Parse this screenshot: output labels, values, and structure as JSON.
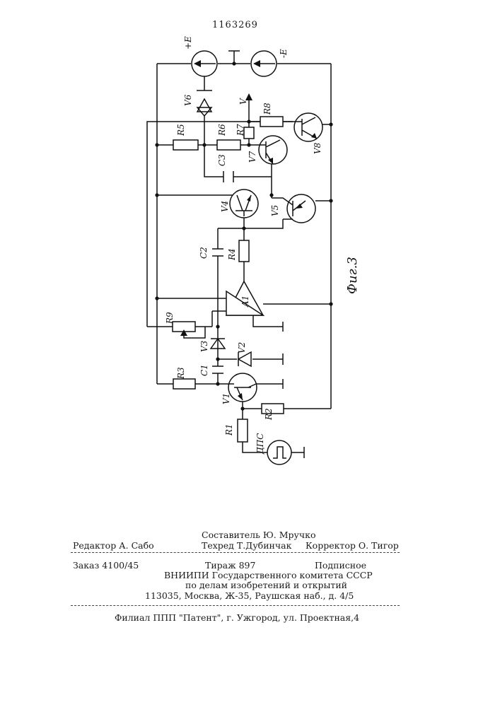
{
  "header": {
    "patent_number": "1163269"
  },
  "figure": {
    "caption": "Фиг.3",
    "labels": {
      "plusE": "+E",
      "minusE": "-E",
      "V": "V",
      "V1": "V1",
      "V2": "V2",
      "V3": "V3",
      "V4": "V4",
      "V5": "V5",
      "V6": "V6",
      "V7": "V7",
      "V8": "V8",
      "R1": "R1",
      "R2": "R2",
      "R3": "R3",
      "R4": "R4",
      "R5": "R5",
      "R6": "R6",
      "R7": "R7",
      "R8": "R8",
      "R9": "R9",
      "C1": "C1",
      "C2": "C2",
      "C3": "C3",
      "A1": "A1",
      "DPS": "ДПС"
    }
  },
  "colophon": {
    "compiler": "Составитель Ю. Мручко",
    "editor": "Редактор А. Сабо",
    "techred": "Техред Т.Дубинчак",
    "corrector": "Корректор О. Тигор",
    "order": "Заказ  4100/45",
    "print_run": "Тираж 897",
    "subscription": "Подписное",
    "org_line1": "ВНИИПИ Государственного комитета СССР",
    "org_line2": "по делам изобретений и открытий",
    "address": "113035, Москва, Ж-35, Раушская наб., д. 4/5",
    "branch": "Филиал ППП \"Патент\", г. Ужгород, ул. Проектная,4"
  }
}
